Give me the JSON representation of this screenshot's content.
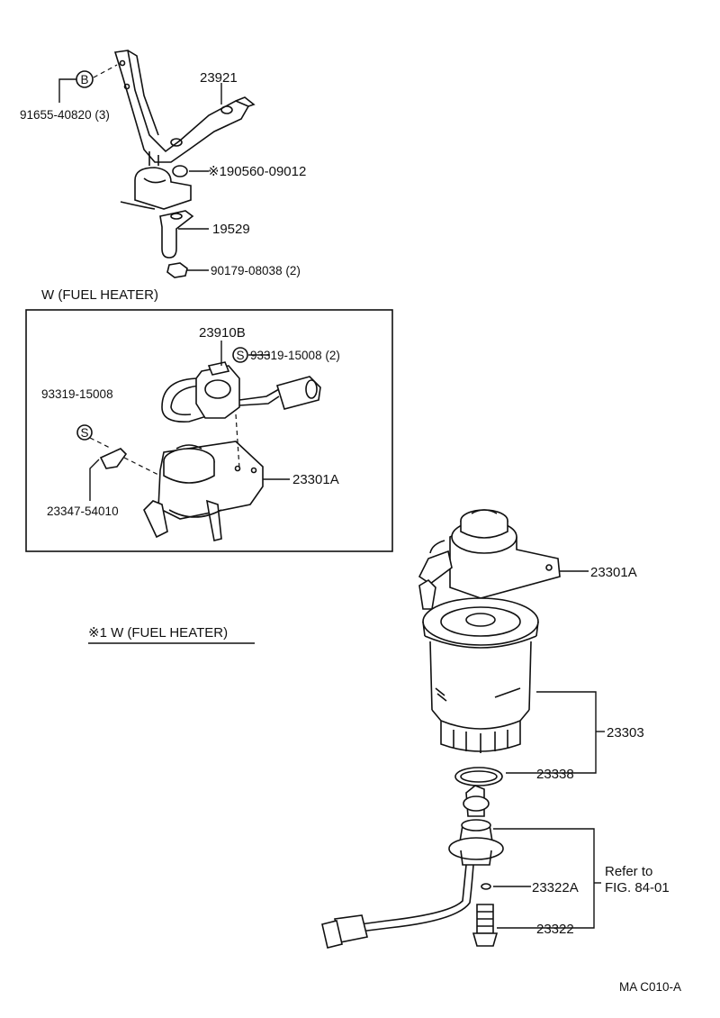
{
  "labels": {
    "p23921": "23921",
    "p91655": "91655-40820 (3)",
    "p190560": "※190560-09012",
    "p19529": "19529",
    "p90179": "90179-08038 (2)",
    "heater_box_title": "W (FUEL  HEATER)",
    "p23910b": "23910B",
    "p93319_2": "93319-15008 (2)",
    "p93319": "93319-15008",
    "p23301a_box": "23301A",
    "p23347": "23347-54010",
    "p23301a": "23301A",
    "note_heater": "※1 W (FUEL HEATER)",
    "p23303": "23303",
    "p23338": "23338",
    "refer_line1": "Refer to",
    "refer_line2": "FIG. 84-01",
    "p23322a": "23322A",
    "p23322": "23322",
    "fig_code": "MA C010-A"
  },
  "symbols": {
    "bolt_marker": "B",
    "screw_marker": "S",
    "screw_marker_2": "S"
  }
}
